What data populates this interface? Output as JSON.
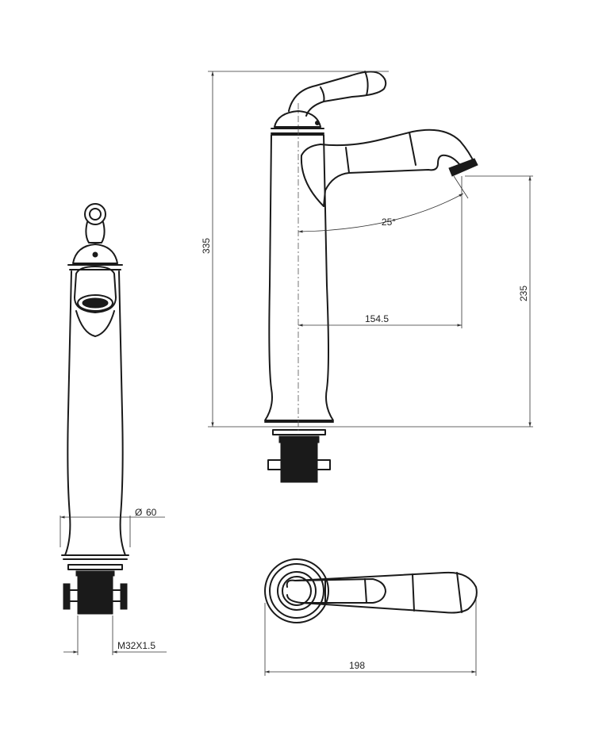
{
  "dimensions": {
    "height_total": "335",
    "spout_height": "235",
    "reach": "154.5",
    "angle": "25°",
    "base_diameter": "60",
    "thread": "M32X1.5",
    "handle_length": "198"
  },
  "symbols": {
    "diameter": "Ø"
  }
}
